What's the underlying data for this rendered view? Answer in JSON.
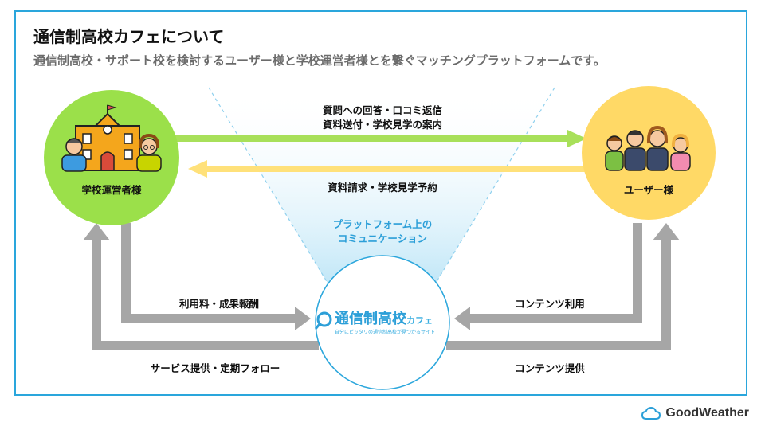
{
  "title": "通信制高校カフェについて",
  "subtitle": "通信制高校・サポート校を検討するユーザー様と学校運営者様とを繋ぐマッチングプラットフォームです。",
  "left_node": {
    "label": "学校運営者様"
  },
  "right_node": {
    "label": "ユーザー様"
  },
  "center_node": {
    "logo_text": "通信制高校",
    "logo_kana": "カフェ",
    "tagline": "自分にピッタリの通信制高校が見つかるサイト"
  },
  "platform_label": {
    "line1": "プラットフォーム上の",
    "line2": "コミュニケーション"
  },
  "arrows": {
    "school_to_user": {
      "line1": "質問への回答・口コミ返信",
      "line2": "資料送付・学校見学の案内"
    },
    "user_to_school": "資料請求・学校見学予約",
    "school_to_center": "利用料・成果報酬",
    "center_to_school": "サービス提供・定期フォロー",
    "user_to_center": "コンテンツ利用",
    "center_to_user": "コンテンツ提供"
  },
  "brand": "GoodWeather",
  "colors": {
    "frame": "#2aa6dc",
    "school_circle": "#9be04a",
    "user_circle": "#ffd966",
    "green_arrow": "#a8e05a",
    "yellow_arrow": "#ffe17a",
    "gray_arrow": "#a6a6a6",
    "accent_blue": "#2c9fd8"
  }
}
